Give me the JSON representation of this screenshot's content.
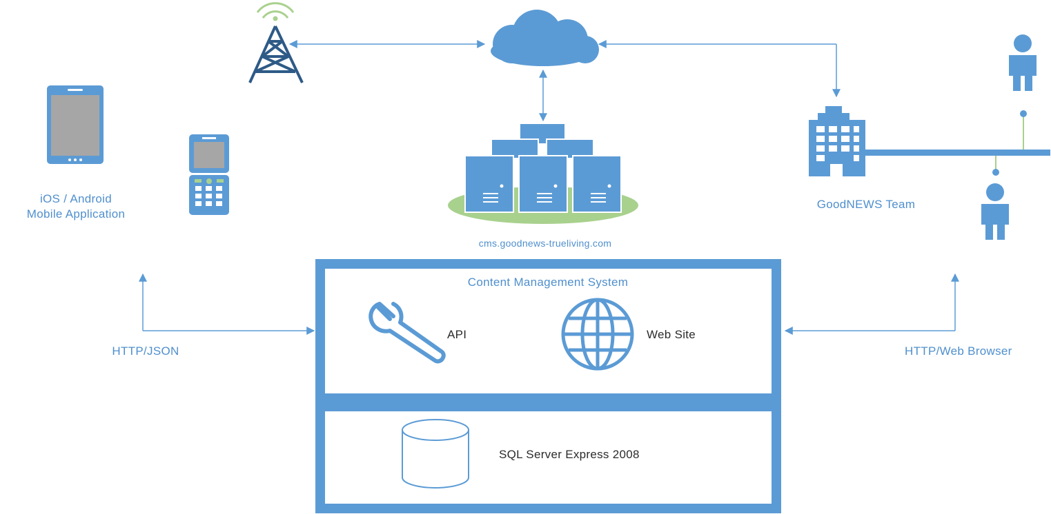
{
  "colors": {
    "primary": "#5b9bd5",
    "dark_blue": "#2e5a87",
    "accent_green": "#a9d18e",
    "label_blue": "#4f8fcd",
    "screen_gray": "#a6a6a6"
  },
  "labels": {
    "mobile_app_line1": "iOS / Android",
    "mobile_app_line2": "Mobile Application",
    "cms_domain": "cms.goodnews-trueliving.com",
    "team": "GoodNEWS Team",
    "cms_title": "Content Management System",
    "api": "API",
    "website": "Web Site",
    "database": "SQL Server Express 2008",
    "left_protocol": "HTTP/JSON",
    "right_protocol": "HTTP/Web Browser"
  },
  "icons": [
    "cell-tower-icon",
    "cloud-icon",
    "tablet-icon",
    "feature-phone-icon",
    "server-cluster-icon",
    "office-building-icon",
    "person-icon",
    "wrench-icon",
    "globe-icon",
    "database-icon"
  ]
}
